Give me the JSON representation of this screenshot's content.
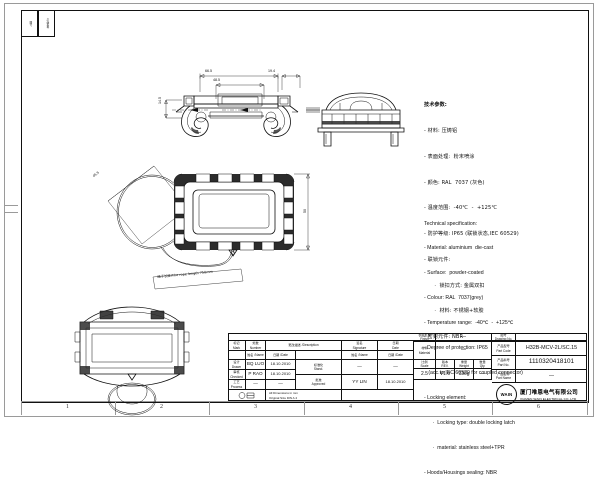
{
  "sheet": {
    "zone_numbers_bottom": [
      "1",
      "2",
      "3",
      "4",
      "5",
      "6"
    ],
    "corner_labels": [
      {
        "cn": "图号",
        "en": "Drawing No."
      },
      {
        "cn": "产品名称",
        "en": "Part Name"
      }
    ]
  },
  "specs_cn": {
    "title": "技术参数:",
    "lines": [
      "- 材料: 压铸铝",
      "- 表面处理:  粉末喷涂",
      "- 颜色: RAL  7037 (灰色)",
      "- 温度范围:  -40℃  -  +125℃",
      "- 防护等级: IP65 (联锁状态,IEC 60529)",
      "- 联锁元件:",
      "      ·  锁扣方式: 金属双扣",
      "      ·  材料: 不锈钢+软胶",
      "- 密封元件: NBR"
    ]
  },
  "specs_en": {
    "title": "Technical specification:",
    "lines": [
      "- Material: aluminium  die-cast",
      "- Surface:  powder-coated",
      "- Colour: RAL  7037(grey)",
      "- Temperature range:  -40℃  -  +125℃",
      "- Degree of protection: IP65",
      "   (acc.to IEC 60529 for coupled connector)",
      "- Locking element:",
      "      ·  Locking type: double locking latch",
      "      ·  material: stainless steel+TPR",
      "- Hoods/Housings sealing: NBR"
    ]
  },
  "dimensions": {
    "overall_width": "66.5",
    "inner_width": "48.5",
    "right_width": "19.4",
    "left_height": "14.5",
    "main_height": "50",
    "diag_note": "45.5"
  },
  "rope_note": {
    "cn": "绳子长度",
    "en": "/The  rope  length  750mm"
  },
  "title_block": {
    "rev_header": {
      "mark_cn": "标记",
      "mark_en": "Mark",
      "number_cn": "处数",
      "number_en": "Number",
      "desc_cn": "更改描述",
      "desc_en": "/Description",
      "sign_cn": "签名",
      "sign_en": "Signature",
      "date_cn": "日期",
      "date_en": "Date"
    },
    "col_headers": {
      "name_cn": "姓名",
      "name_en": "/Name",
      "date_cn": "日期",
      "date_en": "/Date"
    },
    "rows": [
      {
        "role_cn": "设计",
        "role_en": "Drawn",
        "name": "BQ  LUO",
        "date": "18.10.2010"
      },
      {
        "role_cn": "审核",
        "role_en": "Checked",
        "name": "P  RAO",
        "date": "18.10.2010"
      },
      {
        "role_cn": "工艺",
        "role_en": "Process",
        "name": "—",
        "date": "—"
      }
    ],
    "right_rows": [
      {
        "role_cn": "标准化",
        "role_en": "Stand.",
        "name": "—",
        "date": "—"
      },
      {
        "role_cn": "批准",
        "role_en": "Approved",
        "name": "YY  LIN",
        "date": "18.10.2010"
      }
    ],
    "finish": {
      "cn": "表面处理",
      "en": "Finish",
      "value": "—"
    },
    "material": {
      "cn": "材料",
      "en": "Material",
      "value": "—"
    },
    "scale": {
      "cn": "比例",
      "en": "Scale",
      "value": "2.5"
    },
    "revision": {
      "cn": "版本",
      "en": "REV.",
      "value": "V1.0"
    },
    "weight": {
      "cn": "重量",
      "en": "Weight",
      "value": "130g"
    },
    "qty": {
      "cn": "数量",
      "en": "Qty.",
      "value": "—"
    },
    "drawing_no": {
      "cn": "图号",
      "en": "Drawing No.",
      "value": ""
    },
    "part_code": {
      "cn": "产品型号",
      "en": "Part Code",
      "value": "H32B-MCV-2L/SC.15"
    },
    "part_no": {
      "cn": "产品料号",
      "en": "Part No.",
      "value": "1110320418101"
    },
    "part_name": {
      "cn": "产品名称",
      "en": "Part Name",
      "value": "—"
    },
    "notes": [
      "All Dimensions in mm",
      "Original Size  DIN A 4"
    ],
    "company": {
      "logo_text": "WAIN",
      "name_cn": "厦门唯恩电气有限公司",
      "name_en": "XIAMEN WAIN ELECTRICAL CO.,LTD"
    }
  }
}
